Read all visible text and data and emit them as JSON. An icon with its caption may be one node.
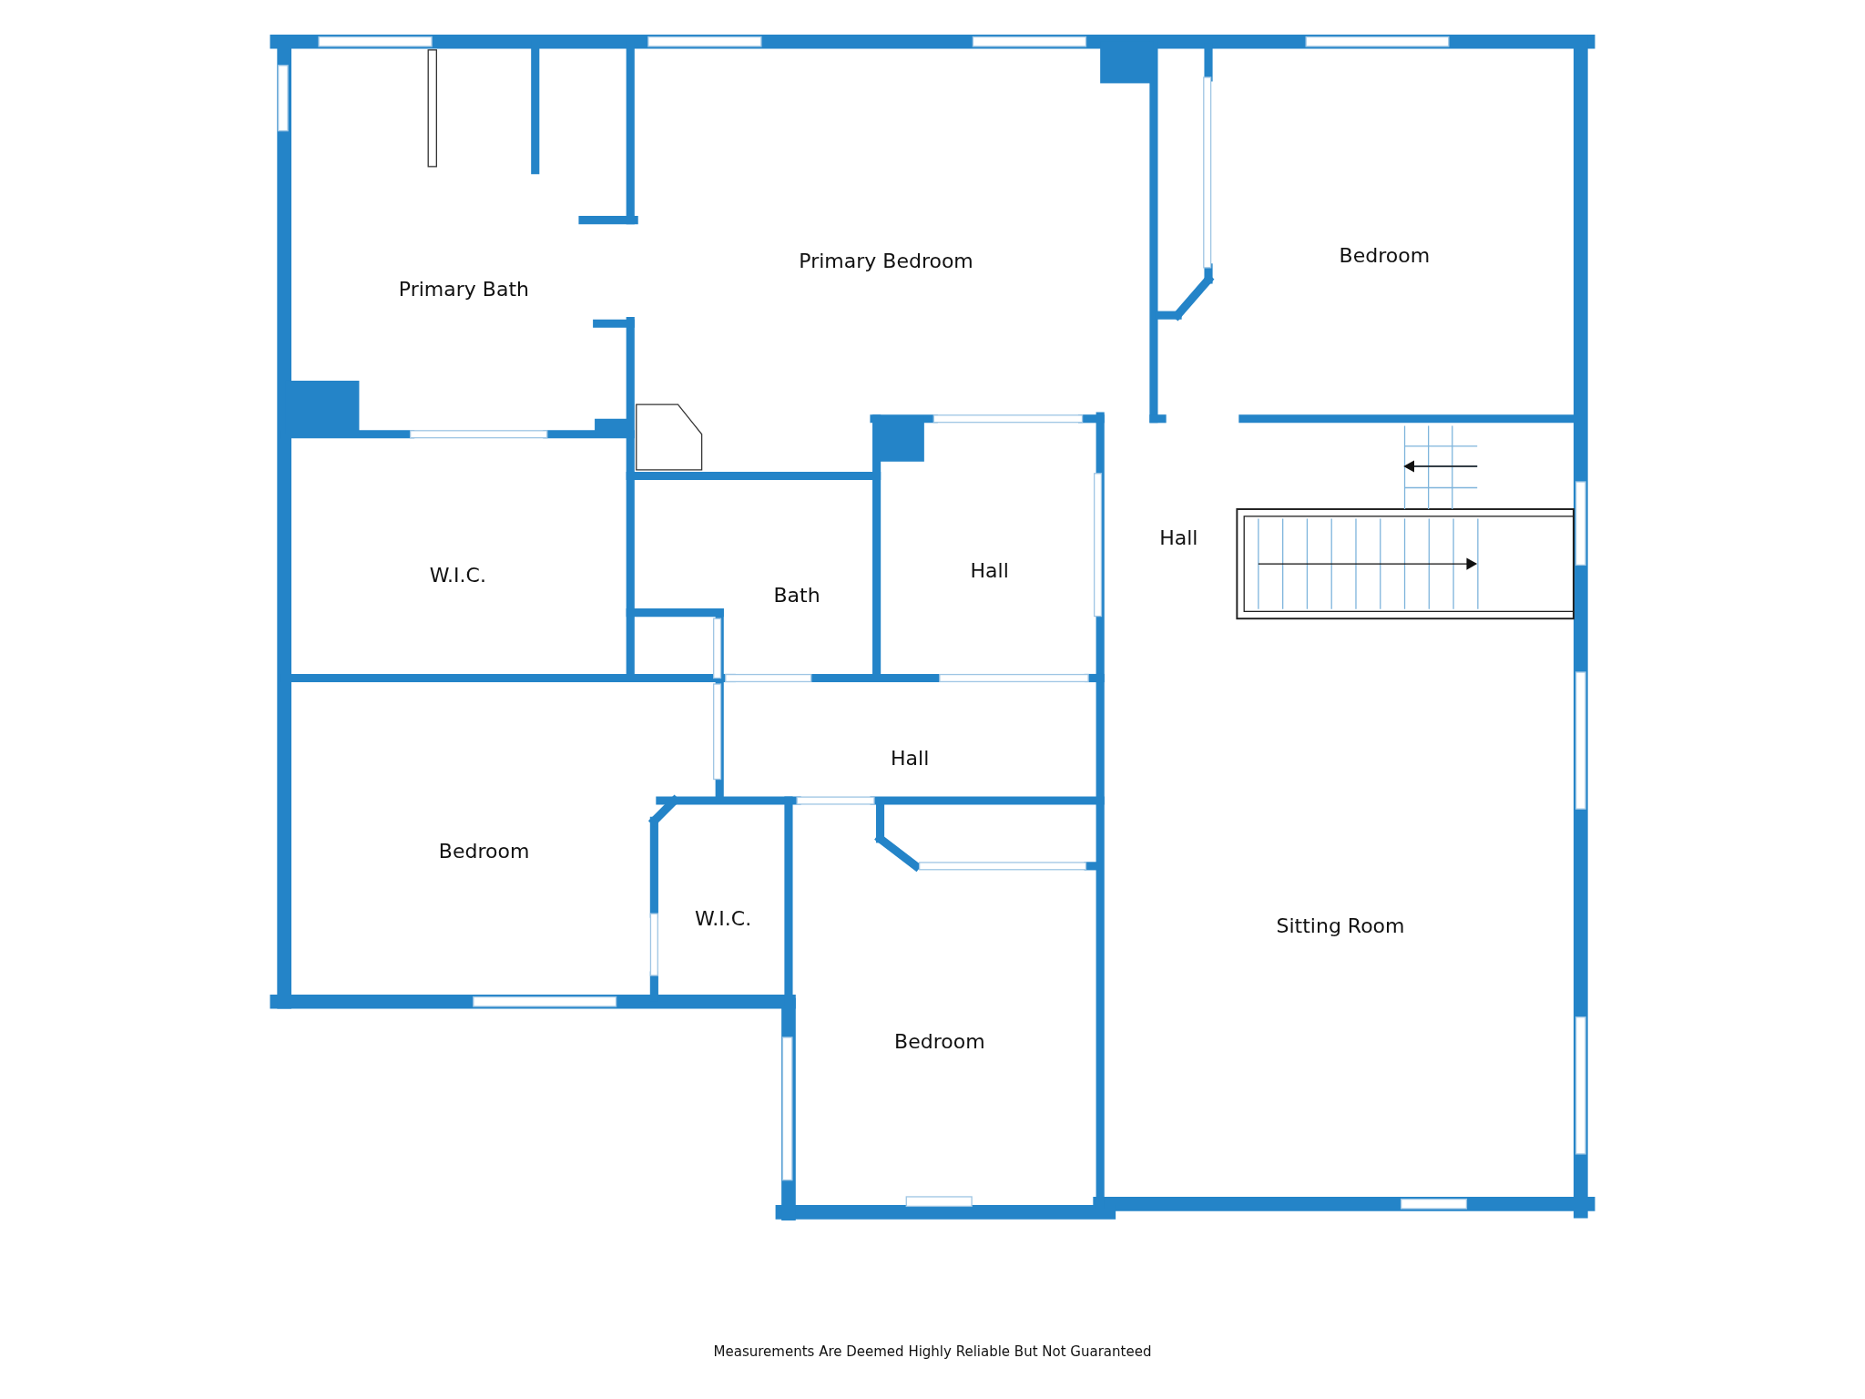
{
  "diagram": {
    "labels": [
      "Primary Bedroom",
      "Bedroom",
      "Primary Bath",
      "Hall",
      "W.I.C.",
      "Hall",
      "Bath",
      "Bedroom",
      "Hall",
      "W.I.C.",
      "Sitting Room",
      "Bedroom",
      "Measurements Are Deemed Highly Reliable But Not Guaranteed"
    ]
  }
}
